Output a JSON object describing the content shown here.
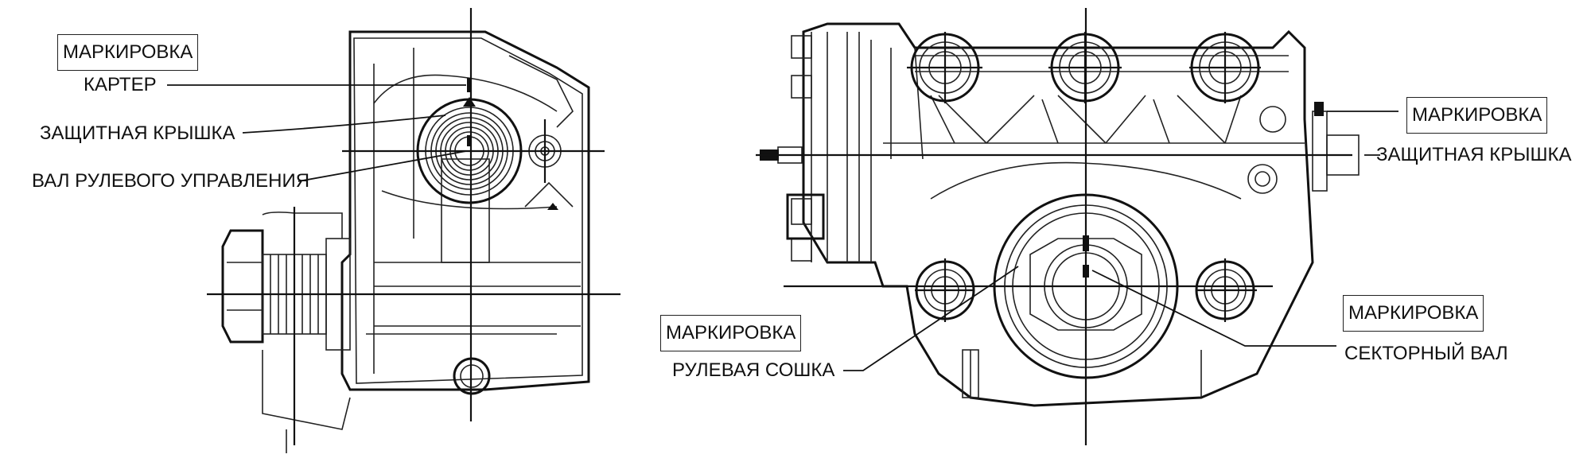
{
  "left_view": {
    "marking": "МАРКИРОВКА",
    "housing": "КАРТЕР",
    "protective_cover": "ЗАЩИТНАЯ КРЫШКА",
    "steering_shaft": "ВАЛ РУЛЕВОГО УПРАВЛЕНИЯ"
  },
  "right_view": {
    "marking_top": "МАРКИРОВКА",
    "protective_cover": "ЗАЩИТНАЯ КРЫШКА",
    "marking_left": "МАРКИРОВКА",
    "pitman_arm": "РУЛЕВАЯ СОШКА",
    "marking_right": "МАРКИРОВКА",
    "sector_shaft": "СЕКТОРНЫЙ ВАЛ"
  }
}
